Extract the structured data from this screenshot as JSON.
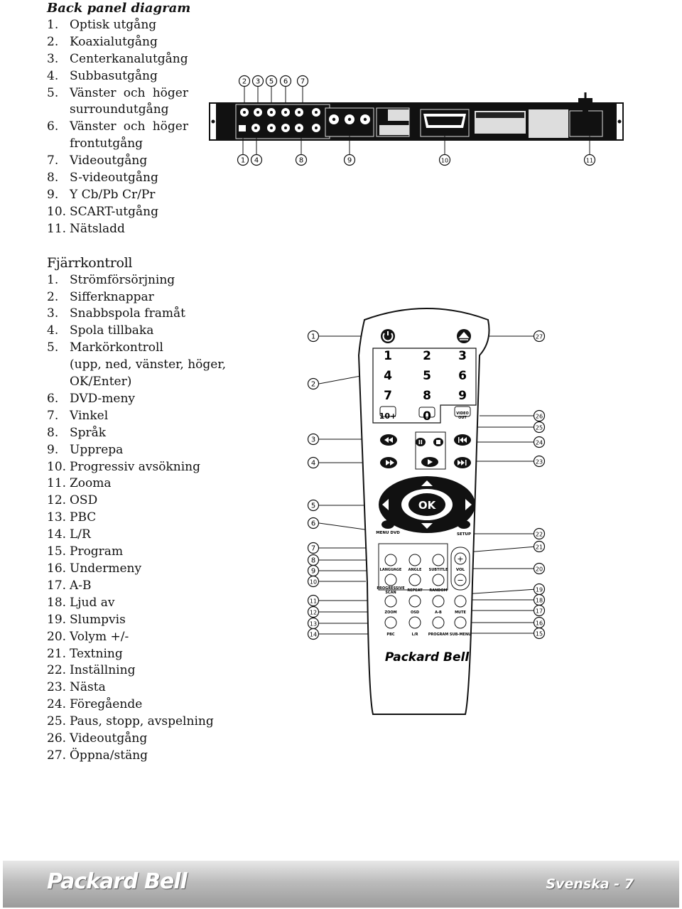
{
  "back_panel": {
    "title": "Back panel diagram",
    "items": [
      {
        "num": "1.",
        "text": "Optisk utgång"
      },
      {
        "num": "2.",
        "text": "Koaxialutgång"
      },
      {
        "num": "3.",
        "text": "Centerkanalutgång"
      },
      {
        "num": "4.",
        "text": "Subbasutgång"
      },
      {
        "num": "5.",
        "text": "Vänster och höger surroundutgång",
        "justify": [
          "Vänster",
          "och",
          "höger"
        ],
        "cont": "surroundutgång"
      },
      {
        "num": "6.",
        "text": "Vänster och höger frontutgång",
        "justify": [
          "Vänster",
          "och",
          "höger"
        ],
        "cont": "frontutgång"
      },
      {
        "num": "7.",
        "text": "Videoutgång"
      },
      {
        "num": "8.",
        "text": "S-videoutgång"
      },
      {
        "num": "9.",
        "text": "Y Cb/Pb Cr/Pr"
      },
      {
        "num": "10.",
        "text": "SCART-utgång"
      },
      {
        "num": "11.",
        "text": "Nätsladd"
      }
    ],
    "callouts_top": [
      "2",
      "3",
      "5",
      "6",
      "7"
    ],
    "callouts_bottom": [
      "1",
      "4",
      "8",
      "9",
      "10",
      "11"
    ]
  },
  "remote_section": {
    "title": "Fjärrkontroll",
    "items": [
      {
        "num": "1.",
        "text": "Strömförsörjning"
      },
      {
        "num": "2.",
        "text": "Sifferknappar"
      },
      {
        "num": "3.",
        "text": "Snabbspola framåt"
      },
      {
        "num": "4.",
        "text": "Spola tillbaka"
      },
      {
        "num": "5.",
        "text": "Markörkontroll"
      },
      {
        "num": "",
        "text": "(upp, ned, vänster, höger, OK/Enter)"
      },
      {
        "num": "6.",
        "text": "DVD-meny"
      },
      {
        "num": "7.",
        "text": "Vinkel"
      },
      {
        "num": "8.",
        "text": "Språk"
      },
      {
        "num": "9.",
        "text": "Upprepa"
      },
      {
        "num": "10.",
        "text": "Progressiv avsökning"
      },
      {
        "num": "11.",
        "text": "Zooma"
      },
      {
        "num": "12.",
        "text": "OSD"
      },
      {
        "num": "13.",
        "text": "PBC"
      },
      {
        "num": "14.",
        "text": "L/R"
      },
      {
        "num": "15.",
        "text": "Program"
      },
      {
        "num": "16.",
        "text": "Undermeny"
      },
      {
        "num": "17.",
        "text": "A-B"
      },
      {
        "num": "18.",
        "text": "Ljud av"
      },
      {
        "num": "19.",
        "text": "Slumpvis"
      },
      {
        "num": "20.",
        "text": "Volym +/-"
      },
      {
        "num": "21.",
        "text": "Textning"
      },
      {
        "num": "22.",
        "text": "Inställning"
      },
      {
        "num": "23.",
        "text": "Nästa"
      },
      {
        "num": "24.",
        "text": "Föregående"
      },
      {
        "num": "25.",
        "text": "Paus, stopp, avspelning"
      },
      {
        "num": "26.",
        "text": "Videoutgång"
      },
      {
        "num": "27.",
        "text": "Öppna/stäng"
      }
    ],
    "callouts_left": [
      "1",
      "2",
      "3",
      "4",
      "5",
      "6",
      "7",
      "8",
      "9",
      "10",
      "11",
      "12",
      "13",
      "14"
    ],
    "callouts_right": [
      "27",
      "26",
      "25",
      "24",
      "23",
      "22",
      "21",
      "20",
      "19",
      "18",
      "17",
      "16",
      "15"
    ]
  },
  "remote": {
    "digits": [
      "1",
      "2",
      "3",
      "4",
      "5",
      "6",
      "7",
      "8",
      "9"
    ],
    "ten_plus": "10+",
    "zero": "0",
    "video_out": "VIDEO OUT",
    "ok": "OK",
    "menu": "MENU DVD",
    "setup": "SETUP",
    "row_labels_1": [
      "LANGUAGE",
      "ANGLE",
      "SUBTITLE"
    ],
    "row_labels_2": [
      "PROGRESSIVE SCAN",
      "REPEAT",
      "RANDOM"
    ],
    "row_labels_3": [
      "ZOOM",
      "OSD",
      "A-B",
      "MUTE"
    ],
    "row_labels_4": [
      "PBC",
      "L/R",
      "PROGRAM",
      "SUB-MENU"
    ],
    "vol": "VOL",
    "brand": "Packard Bell"
  },
  "footer": {
    "brand": "Packard Bell",
    "page": "Svenska - 7"
  },
  "colors": {
    "footer_gradient_top": "#e8e8e8",
    "footer_gradient_bottom": "#9b9b9b",
    "ink": "#111111"
  }
}
